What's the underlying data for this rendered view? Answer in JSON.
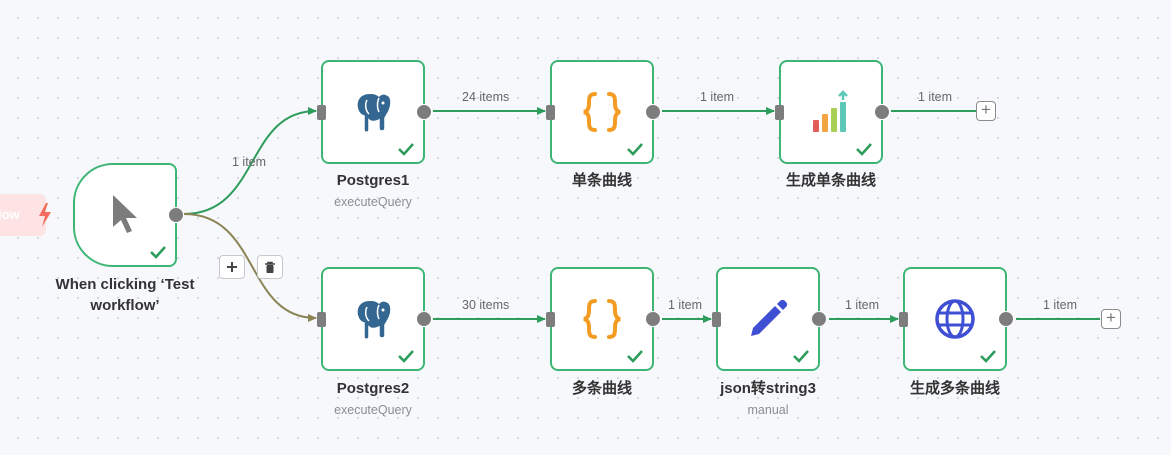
{
  "trigger_tag": "low",
  "nodes": {
    "trigger": {
      "title": "When clicking ‘Test workflow’",
      "icon": "cursor-icon"
    },
    "postgres1": {
      "title": "Postgres1",
      "subtitle": "executeQuery",
      "icon": "postgres-elephant-icon"
    },
    "single_curve": {
      "title": "单条曲线",
      "icon": "code-braces-icon"
    },
    "gen_single": {
      "title": "生成单条曲线",
      "icon": "bar-chart-icon"
    },
    "postgres2": {
      "title": "Postgres2",
      "subtitle": "executeQuery",
      "icon": "postgres-elephant-icon"
    },
    "multi_curve": {
      "title": "多条曲线",
      "icon": "code-braces-icon"
    },
    "json_to_string": {
      "title": "json转string3",
      "subtitle": "manual",
      "icon": "pencil-icon"
    },
    "gen_multi": {
      "title": "生成多条曲线",
      "icon": "globe-icon"
    }
  },
  "edges": {
    "trigger_to_pg1": "1 item",
    "pg1_to_single": "24 items",
    "single_to_gen": "1 item",
    "gen_single_out": "1 item",
    "pg2_to_multi": "30 items",
    "multi_to_json": "1 item",
    "json_to_gen": "1 item",
    "gen_multi_out": "1 item"
  },
  "colors": {
    "node_border": "#3eb574",
    "edge_success": "#2e9d5c",
    "edge_hover": "#8b8455",
    "handle": "#7d7d7d"
  }
}
